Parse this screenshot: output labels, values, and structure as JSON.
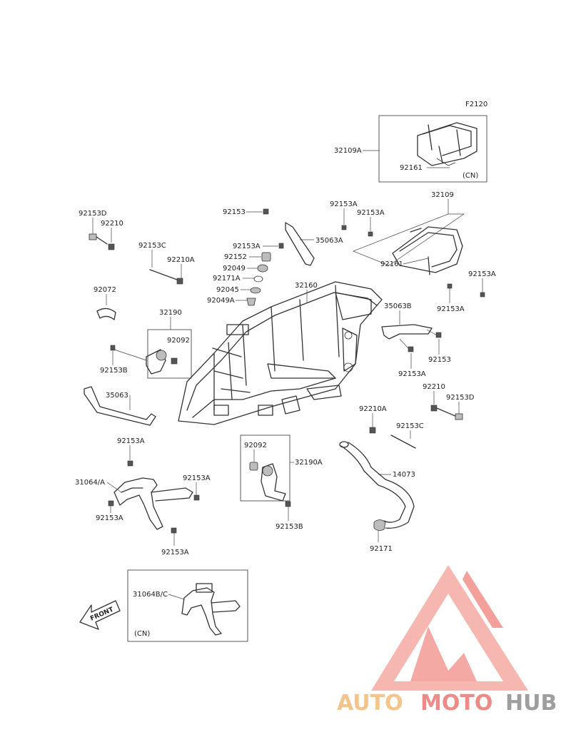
{
  "figure_code": "F2120",
  "labels": {
    "p32109A": "32109A",
    "p92161_top": "92161",
    "cn_top": "(CN)",
    "p32109": "32109",
    "p92153A_1": "92153A",
    "p92153A_2": "92153A",
    "p92161_b": "92161",
    "p92153A_3": "92153A",
    "p92153A_4": "92153A",
    "p92153D_1": "92153D",
    "p92210_1": "92210",
    "p92153_1": "92153",
    "p35063A": "35063A",
    "p92153A_5": "92153A",
    "p92152": "92152",
    "p92049": "92049",
    "p92171A": "92171A",
    "p92045": "92045",
    "p92049A": "92049A",
    "p92153C_1": "92153C",
    "p92210A_1": "92210A",
    "p92072": "92072",
    "p32160": "32160",
    "p32190": "32190",
    "p92092_1": "92092",
    "p92153B_1": "92153B",
    "p35063B": "35063B",
    "p92153_2": "92153",
    "p92153A_6": "92153A",
    "p92210_2": "92210",
    "p92153D_2": "92153D",
    "p35063": "35063",
    "p92210A_2": "92210A",
    "p92153C_2": "92153C",
    "p92092_2": "92092",
    "p32190A": "32190A",
    "p92153A_7": "92153A",
    "p14073": "14073",
    "p31064A": "31064/A",
    "p92153A_8": "92153A",
    "p92153A_9": "92153A",
    "p92153A_10": "92153A",
    "p92153B_2": "92153B",
    "p92171": "92171",
    "p31064BC": "31064B/C",
    "cn_bottom": "(CN)",
    "front": "FRONT"
  },
  "logo": {
    "part1": "AUTO",
    "part2": "MOTO",
    "part3": "HUB",
    "color_auto": "#f5c48a",
    "color_moto": "#ef8b86",
    "color_hub": "#9e9e9e",
    "triangle_color": "#f4a09a"
  }
}
